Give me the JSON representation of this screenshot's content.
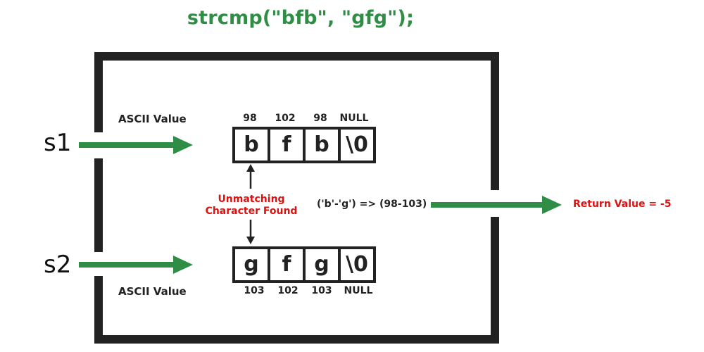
{
  "title": "strcmp(\"bfb\", \"gfg\");",
  "s1": {
    "name": "s1",
    "ascii_label": "ASCII Value",
    "chars": [
      "b",
      "f",
      "b",
      "\\0"
    ],
    "ascii": [
      "98",
      "102",
      "98",
      "NULL"
    ]
  },
  "s2": {
    "name": "s2",
    "ascii_label": "ASCII Value",
    "chars": [
      "g",
      "f",
      "g",
      "\\0"
    ],
    "ascii": [
      "103",
      "102",
      "103",
      "NULL"
    ]
  },
  "mismatch_label_line1": "Unmatching",
  "mismatch_label_line2": "Character Found",
  "calculation": "('b'-'g') => (98-103)",
  "return_value": "Return Value = -5",
  "colors": {
    "green": "#2f8d46",
    "red": "#e01010",
    "dark": "#222222"
  }
}
